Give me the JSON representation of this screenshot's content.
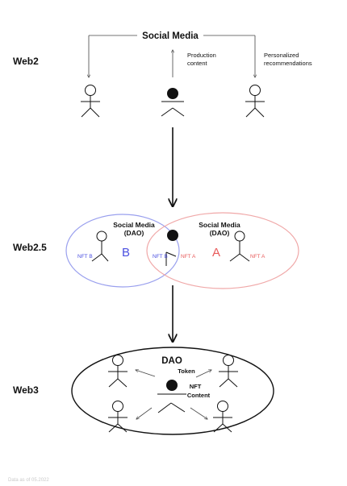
{
  "header_text": "",
  "tiers": {
    "web2": "Web2",
    "web25": "Web2.5",
    "web3": "Web3"
  },
  "web2": {
    "title": "Social Media",
    "production_line1": "Production",
    "production_line2": "content",
    "personalized_line1": "Personalized",
    "personalized_line2": "recommendations"
  },
  "web25": {
    "left_title": "Social Media",
    "left_sub": "(DAO)",
    "right_title": "Social Media",
    "right_sub": "(DAO)",
    "letter_b": "B",
    "letter_a": "A",
    "nft_b_outer": "NFT B",
    "nft_b_inner": "NFT B",
    "nft_a_inner": "NFT A",
    "nft_a_outer": "NFT A"
  },
  "web3": {
    "title": "DAO",
    "token": "Token",
    "nft": "NFT",
    "content": "Content"
  },
  "footer": "Data as of 05.2022",
  "colors": {
    "blue": "#4a4fe0",
    "red": "#e85a5a",
    "blue_circle": "#9aa0ee",
    "red_circle": "#f0a8a8",
    "ink": "#111111",
    "footer": "#c9c9c9"
  }
}
